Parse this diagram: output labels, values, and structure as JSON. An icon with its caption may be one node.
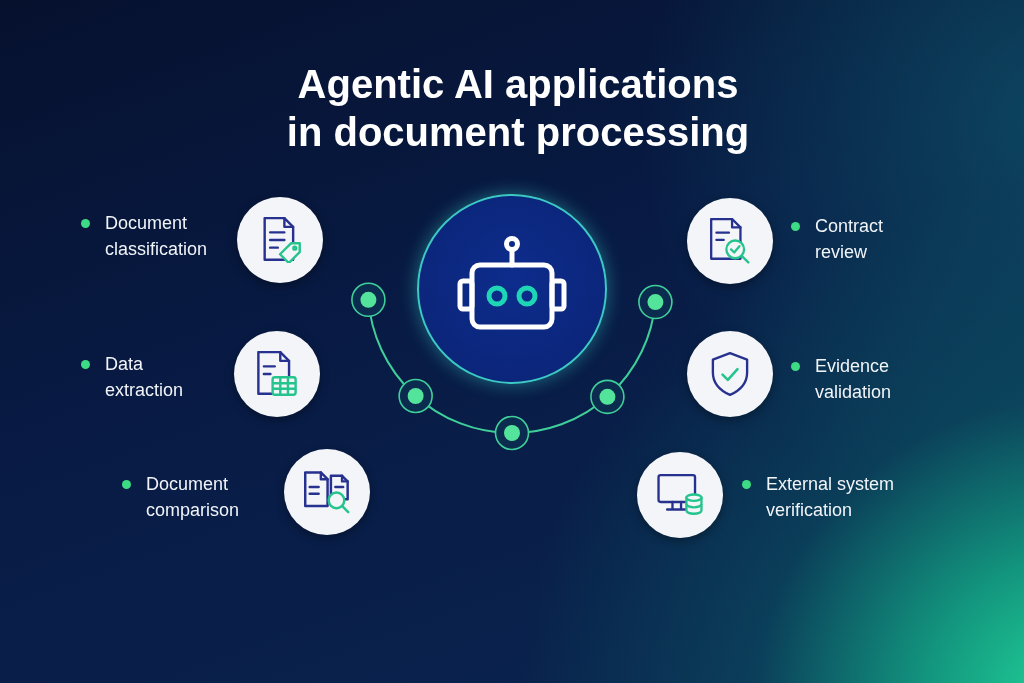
{
  "diagram": {
    "title": "Agentic AI applications in document processing",
    "nodes": [
      {
        "text": [],
        "shape": "circle"
      },
      {
        "text": [],
        "shape": "circle",
        "beside": [
          "Document classification"
        ]
      },
      {
        "text": [],
        "shape": "circle",
        "beside": [
          "Data extraction"
        ]
      },
      {
        "text": [],
        "shape": "circle",
        "beside": [
          "Document comparison"
        ]
      },
      {
        "text": [],
        "shape": "circle",
        "beside": [
          "Contract review"
        ]
      },
      {
        "text": [],
        "shape": "circle",
        "beside": [
          "Evidence validation"
        ]
      },
      {
        "text": [],
        "shape": "circle",
        "beside": [
          "External system verification"
        ]
      }
    ]
  }
}
